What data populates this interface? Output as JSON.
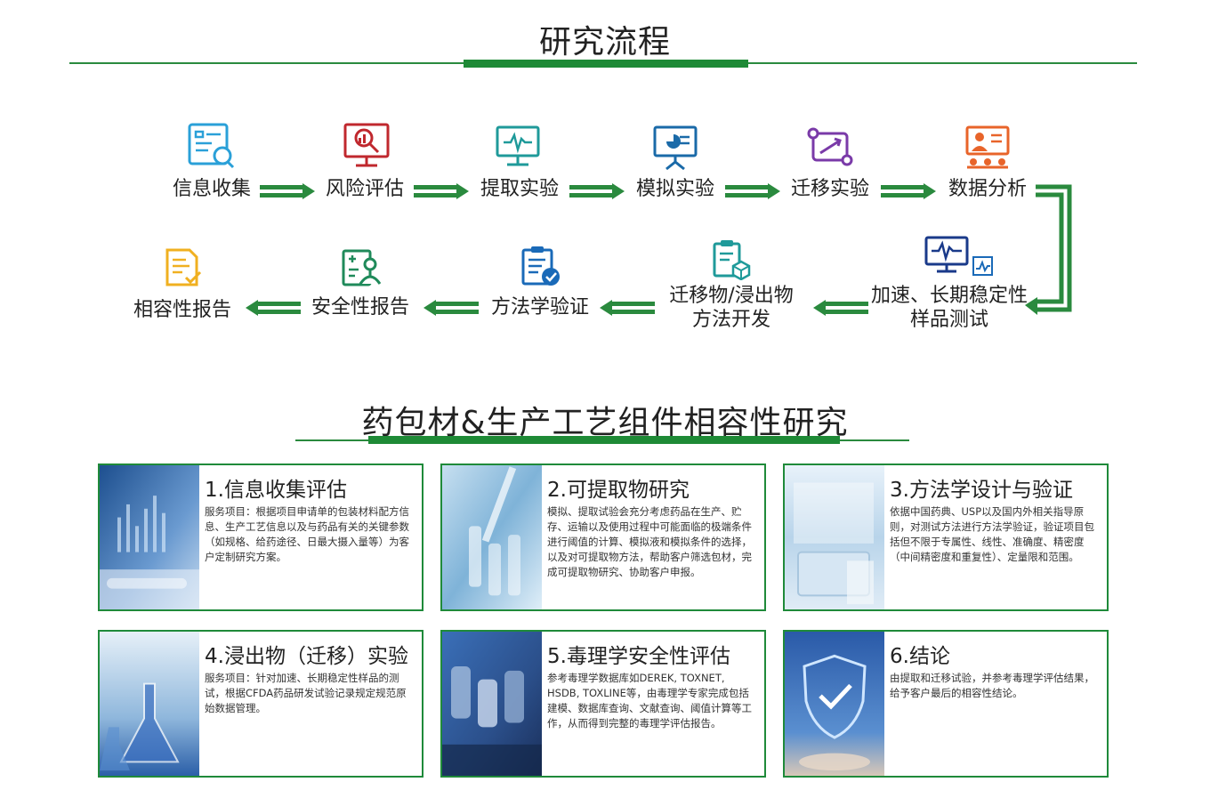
{
  "section1": {
    "title": "研究流程"
  },
  "flow": {
    "row1": [
      {
        "label": "信息收集",
        "icon": "document-search-icon",
        "color": "#2aa0d8"
      },
      {
        "label": "风险评估",
        "icon": "risk-chart-monitor-icon",
        "color": "#c0282e"
      },
      {
        "label": "提取实验",
        "icon": "monitor-pulse-icon",
        "color": "#1f9a9a"
      },
      {
        "label": "模拟实验",
        "icon": "presentation-board-icon",
        "color": "#1a6aa8"
      },
      {
        "label": "迁移实验",
        "icon": "migration-arrows-icon",
        "color": "#7a3aa8"
      },
      {
        "label": "数据分析",
        "icon": "data-analysis-icon",
        "color": "#e8642a"
      }
    ],
    "row2": [
      {
        "label": "相容性报告",
        "icon": "report-check-icon",
        "color": "#f0b020"
      },
      {
        "label": "安全性报告",
        "icon": "safety-report-icon",
        "color": "#1f8a5a"
      },
      {
        "label": "方法学验证",
        "icon": "clipboard-check-icon",
        "color": "#1a6ab8"
      },
      {
        "label_line1": "迁移物/浸出物",
        "label_line2": "方法开发",
        "icon": "box-document-icon",
        "color": "#1f9a9a"
      },
      {
        "label_line1": "加速、长期稳定性",
        "label_line2": "样品测试",
        "icon": "monitor-waveform-icon",
        "color": "#1a3a8a"
      }
    ]
  },
  "section2": {
    "title": "药包材&生产工艺组件相容性研究"
  },
  "cards": [
    {
      "title": "1.信息收集评估",
      "body": "服务项目：根据项目申请单的包装材料配方信息、生产工艺信息以及与药品有关的关键参数（如规格、给药途径、日最大摄入量等）为客户定制研究方案。",
      "thumb": "lab-data-thumb"
    },
    {
      "title": "2.可提取物研究",
      "body": "模拟、提取试验会充分考虑药品在生产、贮存、运输以及使用过程中可能面临的极端条件进行阈值的计算、模拟液和模拟条件的选择，以及对可提取物方法，帮助客户筛选包材，完成可提取物研究、协助客户申报。",
      "thumb": "pipette-thumb"
    },
    {
      "title": "3.方法学设计与验证",
      "body": "依据中国药典、USP以及国内外相关指导原则，对测试方法进行方法学验证，验证项目包括但不限于专属性、线性、准确度、精密度（中间精密度和重复性）、定量限和范围。",
      "thumb": "tablet-thumb"
    },
    {
      "title": "4.浸出物（迁移）实验",
      "body": "服务项目：针对加速、长期稳定性样品的测试，根据CFDA药品研发试验记录规定规范原始数据管理。",
      "thumb": "flask-thumb"
    },
    {
      "title": "5.毒理学安全性评估",
      "body": "参考毒理学数据库如DEREK, TOXNET, HSDB, TOXLINE等，由毒理学专家完成包括建模、数据库查询、文献查询、阈值计算等工作，从而得到完整的毒理学评估报告。",
      "thumb": "microscope-thumb"
    },
    {
      "title": "6.结论",
      "body": "由提取和迁移试验，并参考毒理学评估结果，给予客户最后的相容性结论。",
      "thumb": "shield-check-thumb"
    }
  ]
}
